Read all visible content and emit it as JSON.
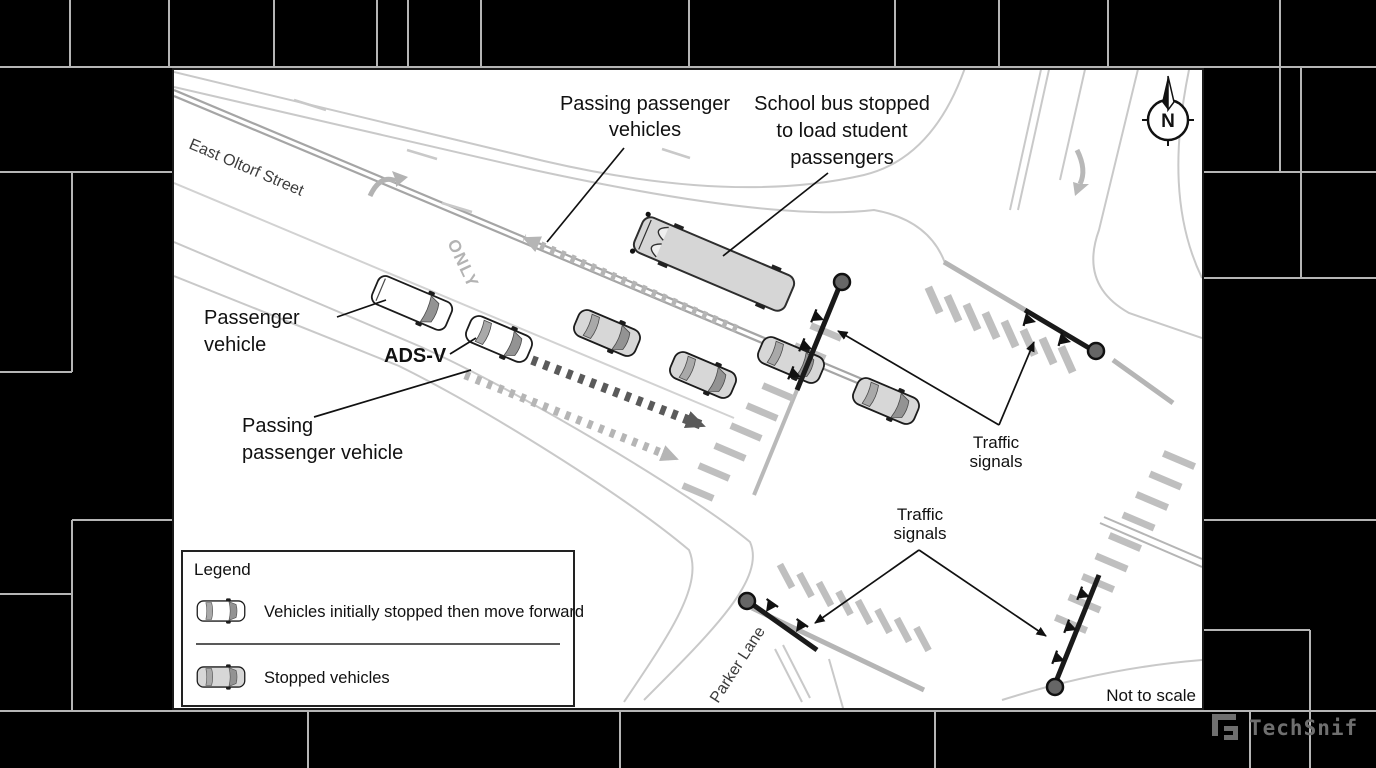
{
  "watermark": {
    "brand": "TechSnif"
  },
  "colors": {
    "page_background": "#000000",
    "panel_background": "#ffffff",
    "watermark_gray": "#6f6f6f",
    "stopped_vehicle_fill": "#d7d7d7",
    "moving_vehicle_fill": "#ffffff"
  },
  "diagram": {
    "compass": "N",
    "not_to_scale": "Not to scale",
    "streets": {
      "main": "East Oltorf Street",
      "cross": "Parker Lane",
      "pavement_marking": "ONLY"
    },
    "labels": {
      "passing_vehicles_line1": "Passing passenger",
      "passing_vehicles_line2": "vehicles",
      "school_bus_line1": "School bus stopped",
      "school_bus_line2": "to load student",
      "school_bus_line3": "passengers",
      "passenger_vehicle_line1": "Passenger",
      "passenger_vehicle_line2": "vehicle",
      "adsv": "ADS-V",
      "passing_vehicle_line1": "Passing",
      "passing_vehicle_line2": "passenger vehicle",
      "traffic_signals_line1": "Traffic",
      "traffic_signals_line2": "signals"
    },
    "legend": {
      "title": "Legend",
      "item1": "Vehicles initially stopped then move forward",
      "item2": "Stopped vehicles"
    }
  }
}
